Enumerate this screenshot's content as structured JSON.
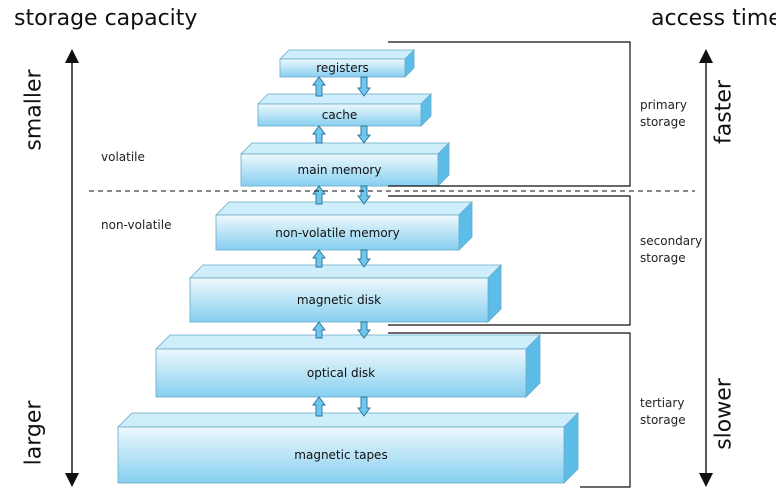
{
  "headers": {
    "left": "storage capacity",
    "right": "access time"
  },
  "left_axis": {
    "top": "smaller",
    "bottom": "larger"
  },
  "right_axis": {
    "top": "faster",
    "bottom": "slower"
  },
  "regions": {
    "volatile": "volatile",
    "non_volatile": "non-volatile"
  },
  "tiers": {
    "primary": [
      "primary",
      "storage"
    ],
    "secondary": [
      "secondary",
      "storage"
    ],
    "tertiary": [
      "tertiary",
      "storage"
    ]
  },
  "levels": [
    "registers",
    "cache",
    "main memory",
    "non-volatile memory",
    "magnetic disk",
    "optical disk",
    "magnetic tapes"
  ],
  "colors": {
    "box_front_top": "#e9f6fd",
    "box_front_bottom": "#7fcdef",
    "box_top": "#cfeefb",
    "box_side": "#5bbde8",
    "box_edge": "#6aa9c8",
    "arrow_fill": "#6fc7ee",
    "arrow_edge": "#2b6f99",
    "line": "#111111"
  }
}
